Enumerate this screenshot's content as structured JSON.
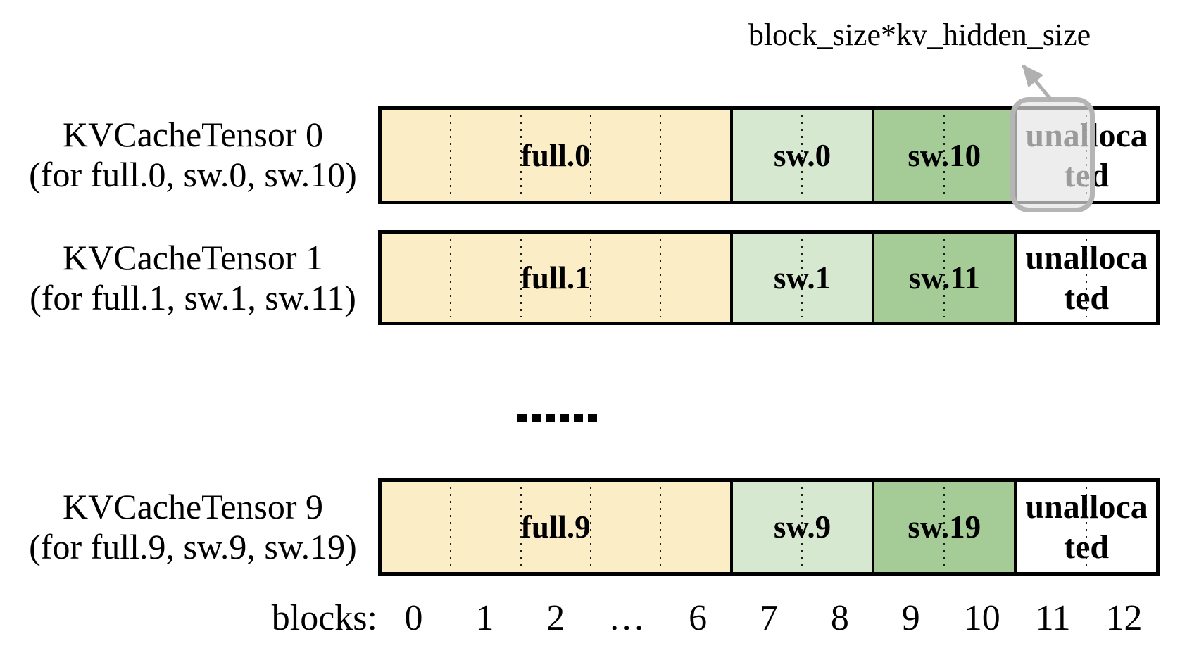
{
  "annotation": {
    "label": "block_size*kv_hidden_size"
  },
  "rows": [
    {
      "title": "KVCacheTensor 0",
      "subtitle": "(for full.0, sw.0, sw.10)",
      "segments": {
        "full": "full.0",
        "sw": "sw.0",
        "sw_second": "sw.10",
        "unallocated_line1": "unalloca",
        "unallocated_line2": "ted"
      }
    },
    {
      "title": "KVCacheTensor 1",
      "subtitle": "(for full.1, sw.1, sw.11)",
      "segments": {
        "full": "full.1",
        "sw": "sw.1",
        "sw_second": "sw.11",
        "unallocated_line1": "unalloca",
        "unallocated_line2": "ted"
      }
    },
    {
      "title": "KVCacheTensor 9",
      "subtitle": "(for full.9, sw.9, sw.19)",
      "segments": {
        "full": "full.9",
        "sw": "sw.9",
        "sw_second": "sw.19",
        "unallocated_line1": "unalloca",
        "unallocated_line2": "ted"
      }
    }
  ],
  "ellipsis": "……",
  "axis": {
    "label": "blocks:",
    "ticks": [
      "0",
      "1",
      "2",
      "…",
      "6",
      "7",
      "8",
      "9",
      "10",
      "11",
      "12"
    ]
  },
  "colors": {
    "full_block": "#FBEEC6",
    "sw_block": "#D7E8D1",
    "sw_second_block": "#A5CC96",
    "unallocated_block": "#FFFFFF",
    "highlight_border": "#B5B5B5",
    "highlight_fill": "rgba(228,228,228,0.68)",
    "arrow": "#B0B0B0"
  }
}
